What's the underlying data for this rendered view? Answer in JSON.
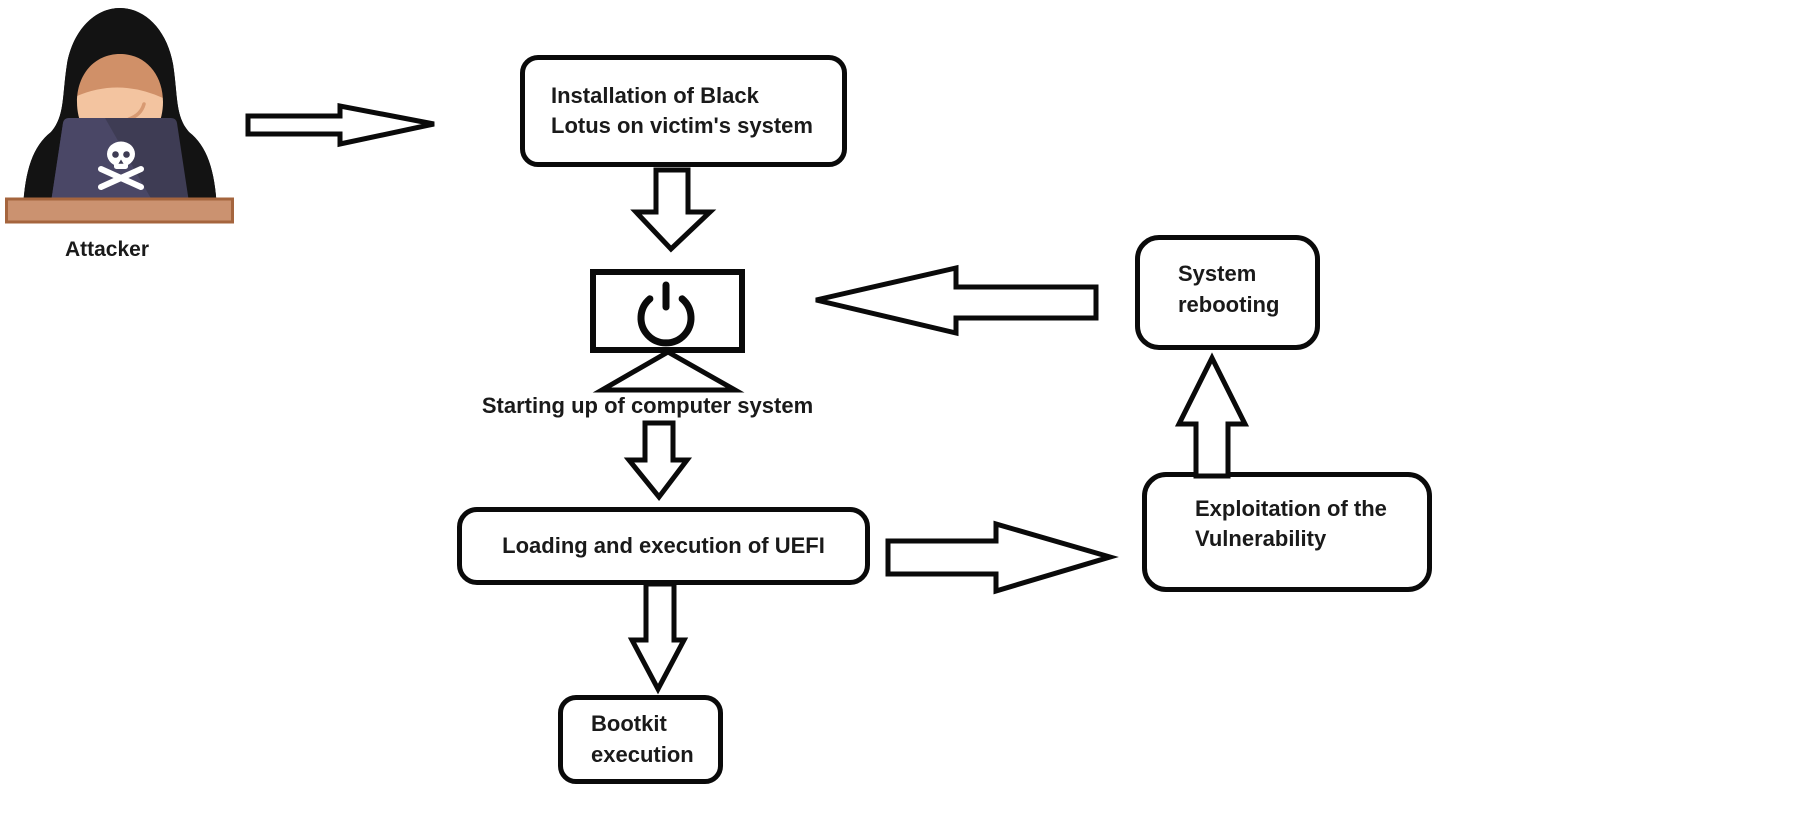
{
  "colors": {
    "background": "#ffffff",
    "shape_stroke": "#0a0a0a",
    "shape_fill": "#ffffff",
    "text": "#1a1a1a",
    "desk": "#cb9270",
    "desk_edge": "#a5653e",
    "laptop": "#3e3c54",
    "laptop_sheen": "#4a4766",
    "hood": "#131313",
    "skin": "#f3c4a0",
    "hair": "#d09068",
    "skull": "#ffffff"
  },
  "attacker": {
    "label": "Attacker"
  },
  "nodes": {
    "installation": {
      "line1": "Installation of Black",
      "line2": "Lotus on victim's system"
    },
    "uefi": {
      "label": "Loading and execution of UEFI"
    },
    "bootkit": {
      "line1": "Bootkit",
      "line2": "execution"
    },
    "exploitation": {
      "line1": "Exploitation of the",
      "line2": "Vulnerability"
    },
    "rebooting": {
      "line1": "System",
      "line2": "rebooting"
    }
  },
  "labels": {
    "startup": "Starting up of computer system"
  },
  "icons": {
    "attacker": "hooded-hacker-at-laptop-skull-icon",
    "power": "power-button-monitor-icon",
    "stand": "monitor-stand-triangle",
    "arrow_styles": [
      "right-block-arrow",
      "down-block-arrow",
      "up-block-arrow",
      "left-block-arrow"
    ]
  }
}
